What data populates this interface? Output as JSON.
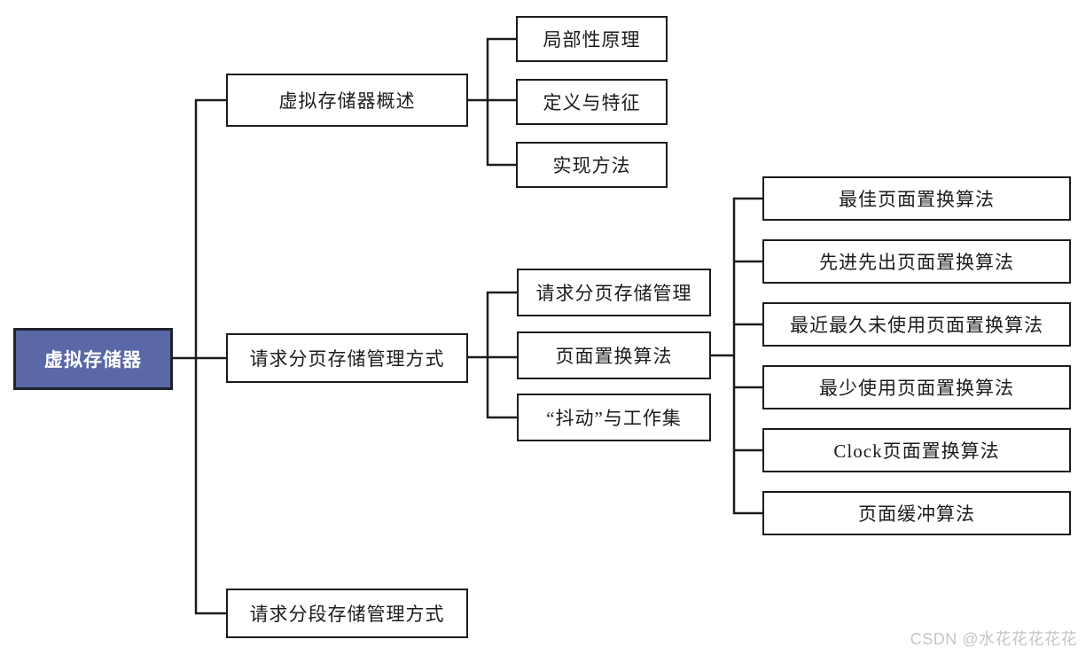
{
  "tree": {
    "label": "虚拟存储器",
    "children": [
      {
        "label": "虚拟存储器概述",
        "children": [
          {
            "label": "局部性原理"
          },
          {
            "label": "定义与特征"
          },
          {
            "label": "实现方法"
          }
        ]
      },
      {
        "label": "请求分页存储管理方式",
        "children": [
          {
            "label": "请求分页存储管理"
          },
          {
            "label": "页面置换算法",
            "children": [
              {
                "label": "最佳页面置换算法"
              },
              {
                "label": "先进先出页面置换算法"
              },
              {
                "label": "最近最久未使用页面置换算法"
              },
              {
                "label": "最少使用页面置换算法"
              },
              {
                "label": "Clock页面置换算法"
              },
              {
                "label": "页面缓冲算法"
              }
            ]
          },
          {
            "label": "“抖动”与工作集"
          }
        ]
      },
      {
        "label": "请求分段存储管理方式"
      }
    ]
  },
  "watermark": "CSDN @水花花花花花",
  "colors": {
    "root_fill": "#5a68a7",
    "root_text": "#ffffff",
    "box_fill": "#ffffff",
    "box_border": "#1c1c1c",
    "line": "#1c1c1c",
    "watermark_text": "#c6c6c6"
  }
}
